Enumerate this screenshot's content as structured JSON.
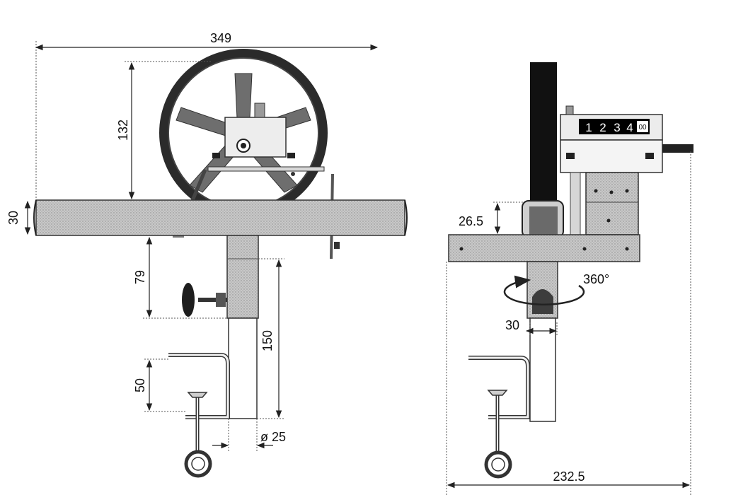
{
  "front_view": {
    "dim_width": "349",
    "dim_wheel_height": "132",
    "dim_beam": "30",
    "dim_post_upper": "79",
    "dim_post_length": "150",
    "dim_clamp": "50",
    "dim_post_diameter": "ø 25"
  },
  "side_view": {
    "counter_digits": [
      "1",
      "2",
      "3",
      "4"
    ],
    "counter_fraction": "00",
    "dim_mount": "26.5",
    "rotation_label": "360°",
    "dim_post": "30",
    "dim_depth": "232.5"
  },
  "colors": {
    "beam": "#bdbdbd",
    "post": "#c4c4c4",
    "wheel_tire": "#2b2b2b",
    "spoke": "#6e6e6e",
    "column": "#111111",
    "counter_bg": "#000000",
    "counter_digit": "#ffffff"
  }
}
